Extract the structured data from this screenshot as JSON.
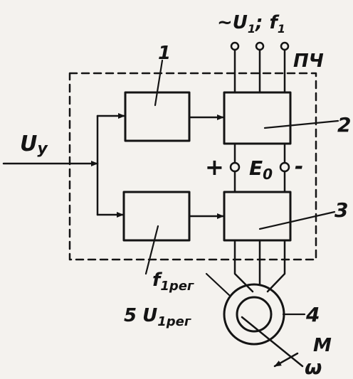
{
  "supply": {
    "voltage": "~U",
    "voltage_sub": "1",
    "sep": "; f",
    "freq_sub": "1"
  },
  "converter": {
    "label": "ПЧ"
  },
  "control_input": {
    "letter": "U",
    "sub": "y"
  },
  "dc_link": {
    "plus": "+",
    "letter": "E",
    "sub": "0",
    "minus": "-"
  },
  "blocks": {
    "b1": "1",
    "b2": "2",
    "b3": "3",
    "b4": "4"
  },
  "regulator": {
    "f_letter": "f",
    "f_sub": "1рег",
    "num": "5",
    "u_letter": "U",
    "u_sub": "1рег"
  },
  "motor": {
    "torque": "M",
    "speed": "ω"
  }
}
